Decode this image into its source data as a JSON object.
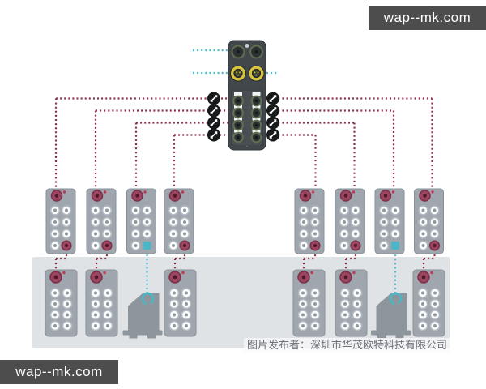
{
  "watermarks": {
    "top_right": "wap--mk.com",
    "bottom_left": "wap--mk.com"
  },
  "caption": "图片发布者：深圳市华茂欧特科技有限公司",
  "colors": {
    "wire_red": "#8e2f4a",
    "wire_teal": "#4ab6c6",
    "module_gray": "#9fa6ad",
    "module_border": "#899097",
    "panel_gray": "#e0e3e6",
    "hub_dark": "#41474b",
    "hub_border": "#32383b",
    "hub_inner": "#484e52",
    "maroon": "#9b4560",
    "maroon_dark": "#7c3048",
    "maroon_dot": "#52182b",
    "led_red": "#c03a52",
    "yellow": "#d8c43c",
    "green_ring": "#5e6e50",
    "port_dark": "#2c3133",
    "white_port": "#fcfdfd",
    "port_ring": "#b2b9c0",
    "port_dot": "#8f98a0",
    "splitter_black": "#17191a",
    "machine_gray": "#8e969d",
    "hole_gray": "#c9ced1",
    "watermark_bg": "#4d4d4d",
    "watermark_text": "#ffffff",
    "caption_text": "#6d7379"
  },
  "diagram": {
    "hub": {
      "id": "io-distribution-hub",
      "top_ports": 2,
      "power_ports": 2,
      "signal_rows": 4,
      "ports_per_row": 2
    },
    "splitters": {
      "icon": "y-splitter-icon",
      "count_left": 4,
      "count_right": 4
    },
    "field_modules": [
      {
        "id": "field-module-1",
        "side": "left",
        "tail": "red"
      },
      {
        "id": "field-module-2",
        "side": "left",
        "tail": "red"
      },
      {
        "id": "field-module-3",
        "side": "left",
        "tail": "teal"
      },
      {
        "id": "field-module-4",
        "side": "left",
        "tail": "red"
      },
      {
        "id": "field-module-5",
        "side": "right",
        "tail": "red"
      },
      {
        "id": "field-module-6",
        "side": "right",
        "tail": "red"
      },
      {
        "id": "field-module-7",
        "side": "right",
        "tail": "teal"
      },
      {
        "id": "field-module-8",
        "side": "right",
        "tail": "red"
      }
    ],
    "drop_modules": [
      {
        "id": "drop-module-1",
        "side": "left"
      },
      {
        "id": "drop-module-2",
        "side": "left"
      },
      {
        "id": "drop-module-3",
        "side": "left"
      },
      {
        "id": "drop-module-4",
        "side": "right"
      },
      {
        "id": "drop-module-5",
        "side": "right"
      },
      {
        "id": "drop-module-6",
        "side": "right"
      }
    ],
    "machines": [
      {
        "id": "machine-1",
        "icon": "rotate-ring-icon"
      },
      {
        "id": "machine-2",
        "icon": "rotate-ring-icon"
      }
    ]
  }
}
